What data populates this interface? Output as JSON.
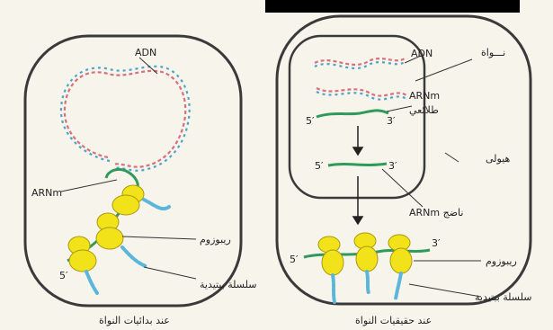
{
  "labels": {
    "adn_left": "ADN",
    "adn_right": "ADN",
    "arnm_left": "ARNm",
    "ribosome_left": "ريبوزوم",
    "peptide_left": "سلسلة ببتيدية",
    "five_prime_left": "5′",
    "caption_left": "عند بدائيات النواة",
    "nucleus": "نـــواة",
    "arnm_precursor_line1": "ARNm",
    "arnm_precursor_line2": "طلائعي",
    "five_prime_1": "5′",
    "three_prime_1": "3′",
    "five_prime_2": "5′",
    "three_prime_2": "3′",
    "cytoplasm": "هيولى",
    "arnm_mature": "ARNm ناضج",
    "five_prime_3": "5′",
    "three_prime_3": "3′",
    "ribosome_right": "ريبوزوم",
    "peptide_right": "سلسلة ببتيدية",
    "caption_right": "عند حقيقيات النواة"
  },
  "colors": {
    "dna_strand_a": "#d9707e",
    "dna_strand_b": "#4aa6c8",
    "mrna": "#2f9a5a",
    "ribosome": "#f2e21a",
    "peptide": "#5bb6dc",
    "membrane": "#3a3a3a"
  }
}
